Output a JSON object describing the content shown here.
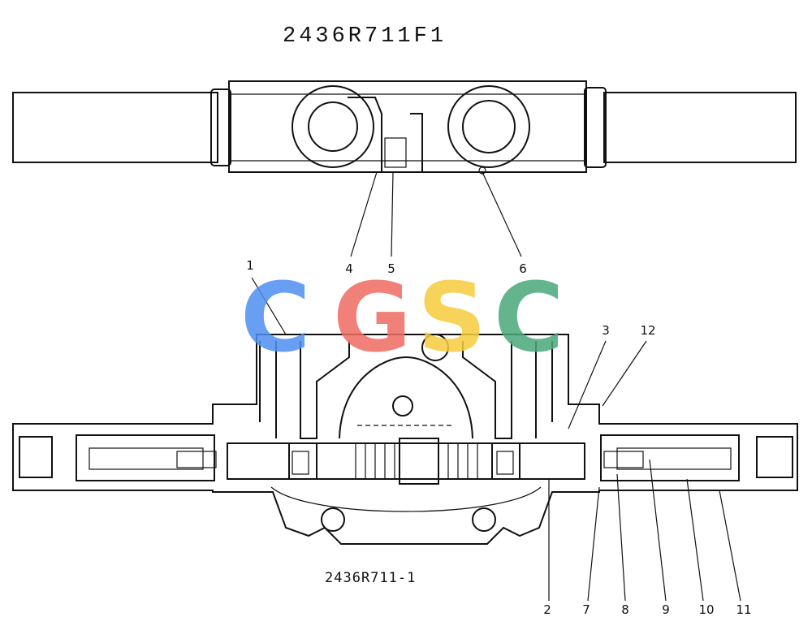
{
  "title": "2436R711F1",
  "subtitle": "2436R711-1",
  "callouts": {
    "c1": "1",
    "c2": "2",
    "c3": "3",
    "c4": "4",
    "c5": "5",
    "c6": "6",
    "c7": "7",
    "c8": "8",
    "c9": "9",
    "c10": "10",
    "c11": "11",
    "c12": "12"
  },
  "watermark": {
    "letters": [
      "C",
      "G",
      "S",
      "C"
    ],
    "colors": [
      "#4f8ff2",
      "#ef6b62",
      "#f6cc3e",
      "#4aa97b"
    ]
  }
}
